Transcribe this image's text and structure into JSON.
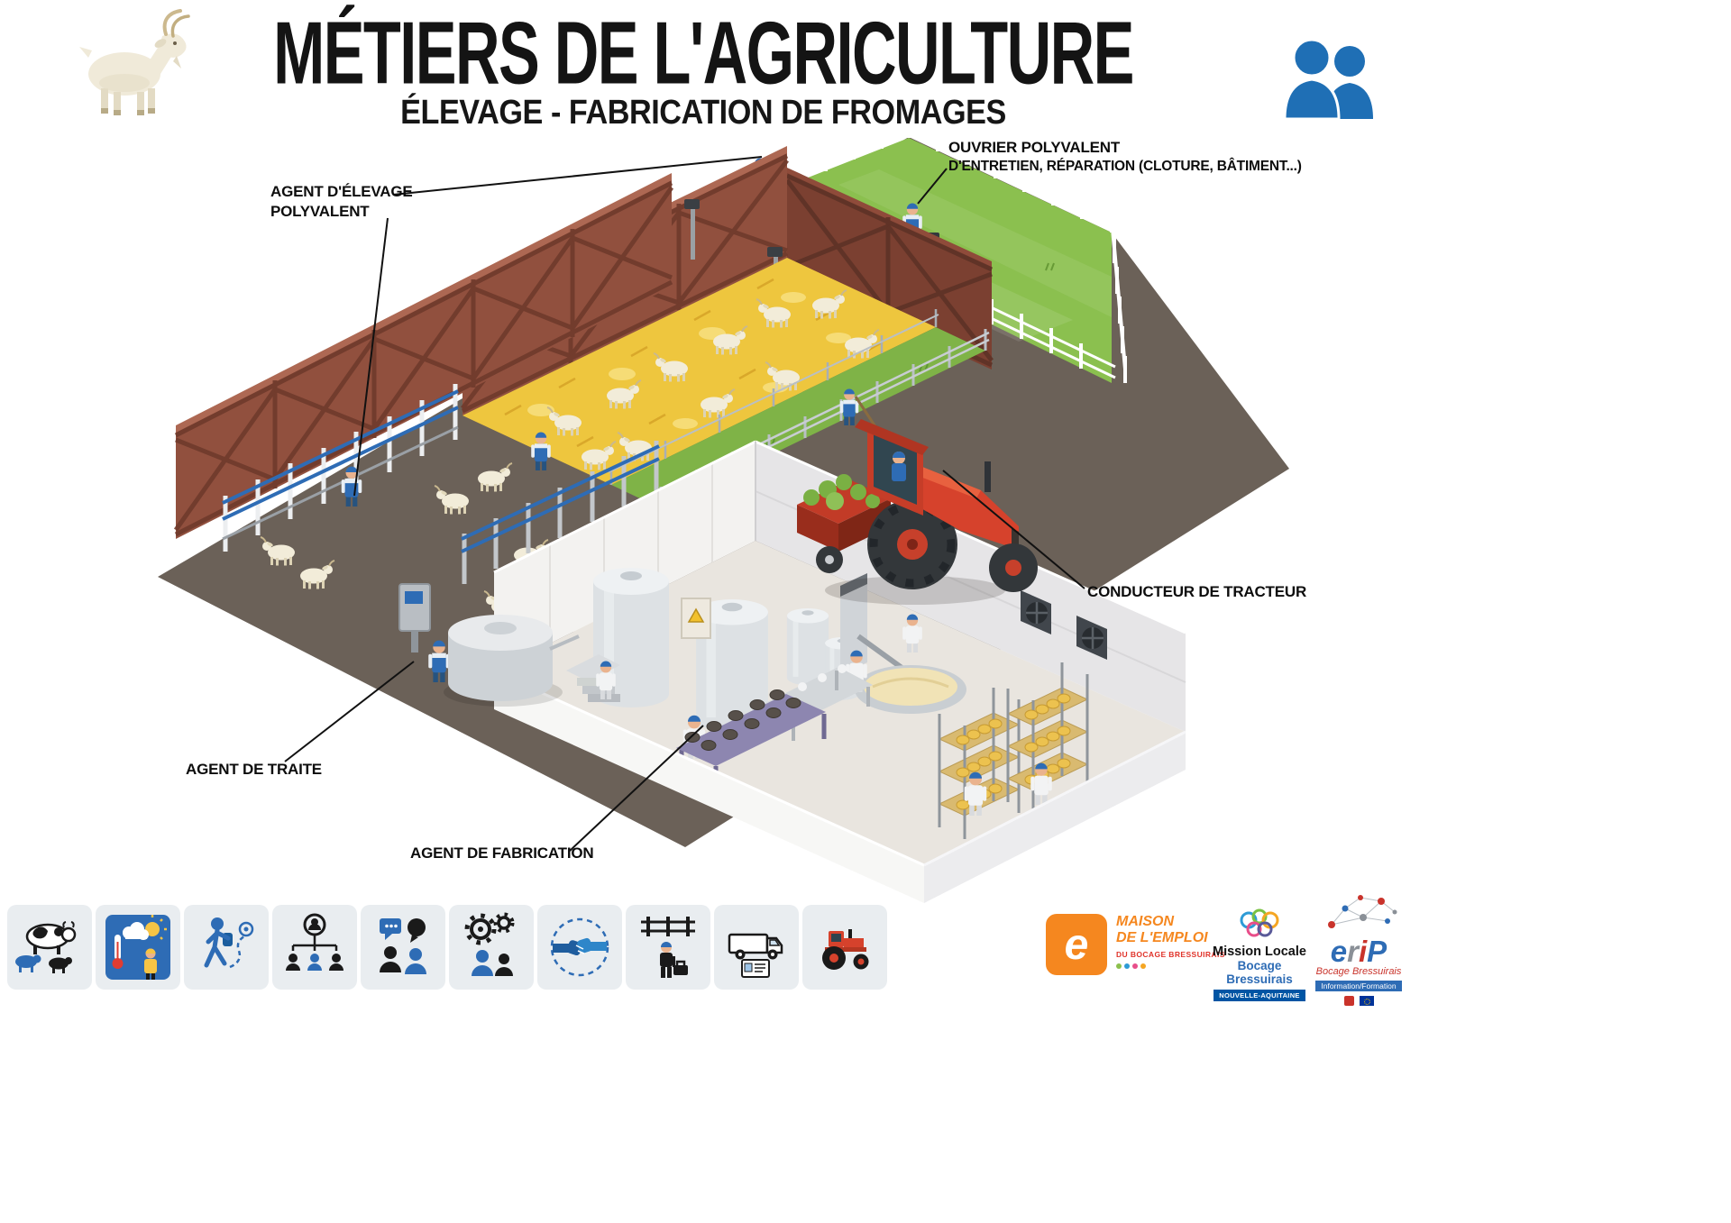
{
  "header": {
    "title": "MÉTIERS DE L'AGRICULTURE",
    "subtitle": "ÉLEVAGE - FABRICATION DE FROMAGES"
  },
  "callouts": {
    "agent_elevage_line1": "AGENT D'ÉLEVAGE",
    "agent_elevage_line2": "POLYVALENT",
    "ouvrier_line1": "OUVRIER POLYVALENT",
    "ouvrier_line2": "D'ENTRETIEN, RÉPARATION (CLOTURE, BÂTIMENT...)",
    "conducteur": "CONDUCTEUR DE TRACTEUR",
    "traite": "AGENT DE TRAITE",
    "fabrication": "AGENT DE FABRICATION"
  },
  "footer_icons": [
    "cattle-icon",
    "outdoor-weather-work-icon",
    "mobility-route-icon",
    "team-structure-icon",
    "communication-icon",
    "skills-gears-icon",
    "handshake-icon",
    "fence-maintenance-icon",
    "delivery-van-icon",
    "tractor-icon"
  ],
  "logos": {
    "maison_emploi": {
      "glyph": "e",
      "line1": "MAISON",
      "line2": "DE L'EMPLOI",
      "line3": "DU BOCAGE BRESSUIRAIS"
    },
    "mission_locale": {
      "line1": "Mission Locale",
      "line2": "Bocage Bressuirais",
      "badge": "NOUVELLE-AQUITAINE"
    },
    "erip": {
      "l1": "e",
      "l2": "r",
      "l3": "i",
      "l4": "P",
      "script": "Bocage Bressuirais",
      "bar": "Information/Formation"
    }
  },
  "colors": {
    "accent_blue": "#2e6cb5",
    "wall_red": "#91503e",
    "pasture_green": "#8bc04f",
    "hay_yellow": "#eec63e",
    "ground": "#6b6158",
    "tractor_red": "#d6422c",
    "logo_orange": "#f5871f"
  }
}
